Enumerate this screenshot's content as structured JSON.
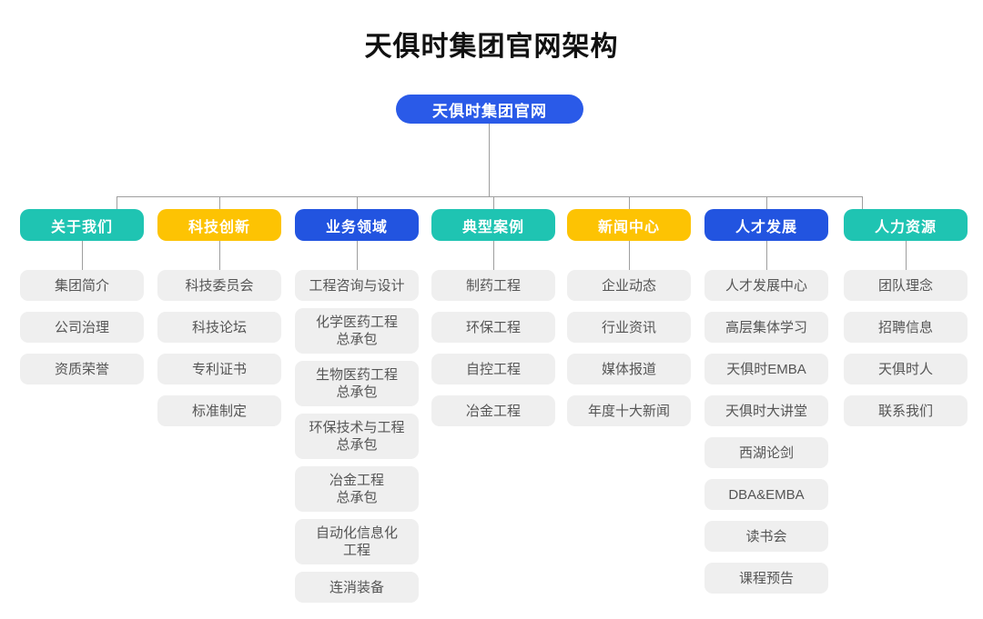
{
  "title": "天俱时集团官网架构",
  "root": {
    "label": "天俱时集团官网"
  },
  "colors": {
    "root": "#2A5AE8",
    "teal": "#1FC4B2",
    "yellow": "#FDC303",
    "blue": "#2254E0",
    "item_bg": "#EFEFEF",
    "item_text": "#555555",
    "line": "#9E9E9E"
  },
  "branches": [
    {
      "label": "关于我们",
      "color": "teal",
      "items": [
        "集团简介",
        "公司治理",
        "资质荣誉"
      ]
    },
    {
      "label": "科技创新",
      "color": "yellow",
      "items": [
        "科技委员会",
        "科技论坛",
        "专利证书",
        "标准制定"
      ]
    },
    {
      "label": "业务领域",
      "color": "blue",
      "items": [
        "工程咨询与设计",
        "化学医药工程\n总承包",
        "生物医药工程\n总承包",
        "环保技术与工程\n总承包",
        "冶金工程\n总承包",
        "自动化信息化\n工程",
        "连消装备"
      ]
    },
    {
      "label": "典型案例",
      "color": "teal",
      "items": [
        "制药工程",
        "环保工程",
        "自控工程",
        "冶金工程"
      ]
    },
    {
      "label": "新闻中心",
      "color": "yellow",
      "items": [
        "企业动态",
        "行业资讯",
        "媒体报道",
        "年度十大新闻"
      ]
    },
    {
      "label": "人才发展",
      "color": "blue",
      "items": [
        "人才发展中心",
        "高层集体学习",
        "天俱时EMBA",
        "天俱时大讲堂",
        "西湖论剑",
        "DBA&EMBA",
        "读书会",
        "课程预告"
      ]
    },
    {
      "label": "人力资源",
      "color": "teal",
      "items": [
        "团队理念",
        "招聘信息",
        "天俱时人",
        "联系我们"
      ]
    }
  ]
}
